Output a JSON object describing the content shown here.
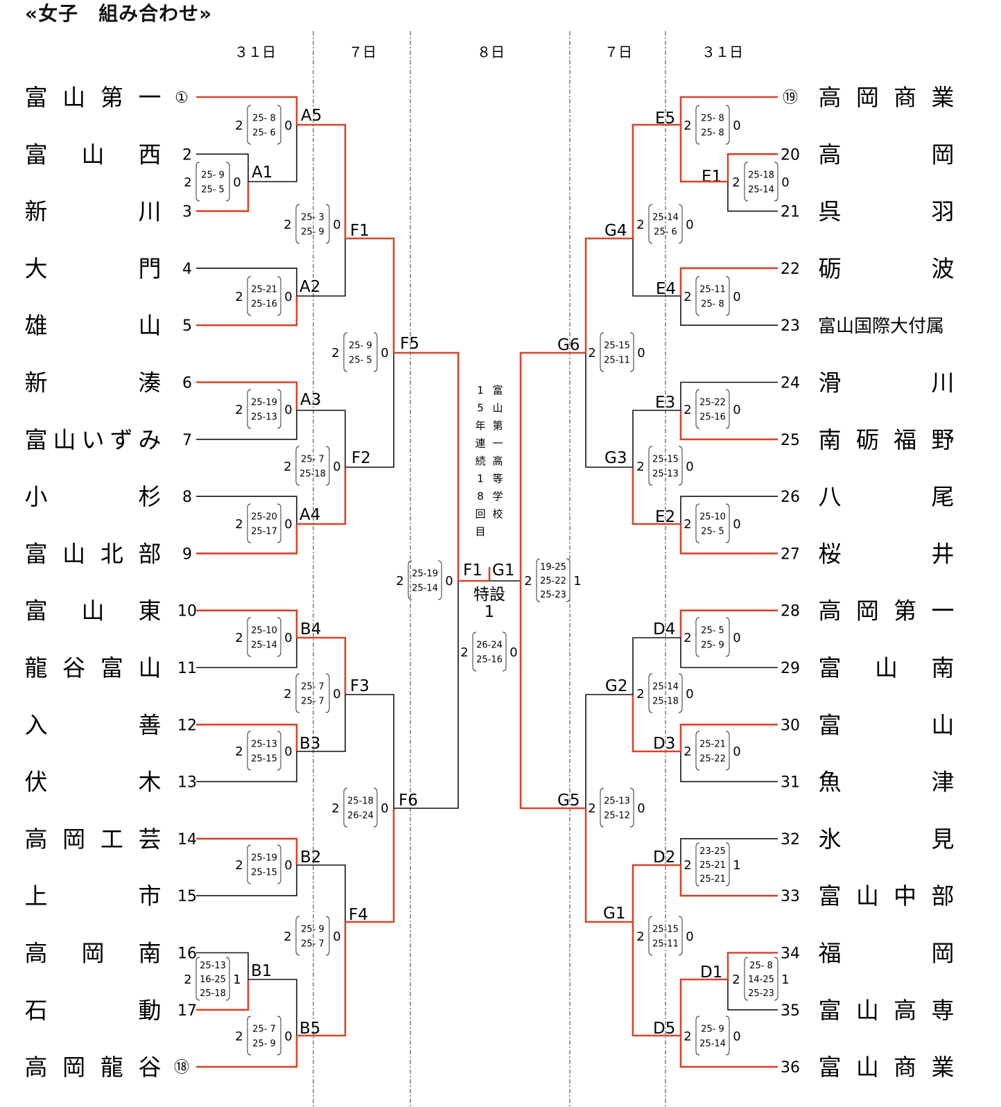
{
  "title": "«女子　組み合わせ»",
  "days": [
    "３１日",
    "７日",
    "８日",
    "７日",
    "３１日"
  ],
  "champion_text": [
    "富山第一高等学校",
    "15年連続18回目"
  ],
  "venue": {
    "label": "特設",
    "number": "1"
  },
  "left_teams": [
    {
      "seed": "①",
      "name": "富山第一",
      "spaced": true
    },
    {
      "seed": "2",
      "name": "富山西",
      "spaced": true
    },
    {
      "seed": "3",
      "name": "新川",
      "spaced": true
    },
    {
      "seed": "4",
      "name": "大門",
      "spaced": true
    },
    {
      "seed": "5",
      "name": "雄山",
      "spaced": true
    },
    {
      "seed": "6",
      "name": "新湊",
      "spaced": true
    },
    {
      "seed": "7",
      "name": "富山いずみ",
      "spaced": true
    },
    {
      "seed": "8",
      "name": "小杉",
      "spaced": true
    },
    {
      "seed": "9",
      "name": "富山北部",
      "spaced": true
    },
    {
      "seed": "10",
      "name": "富山東",
      "spaced": true
    },
    {
      "seed": "11",
      "name": "龍谷富山",
      "spaced": true
    },
    {
      "seed": "12",
      "name": "入善",
      "spaced": true
    },
    {
      "seed": "13",
      "name": "伏木",
      "spaced": true
    },
    {
      "seed": "14",
      "name": "高岡工芸",
      "spaced": true
    },
    {
      "seed": "15",
      "name": "上市",
      "spaced": true
    },
    {
      "seed": "16",
      "name": "高岡南",
      "spaced": true
    },
    {
      "seed": "17",
      "name": "石動",
      "spaced": true
    },
    {
      "seed": "⑱",
      "name": "高岡龍谷",
      "spaced": true
    }
  ],
  "right_teams": [
    {
      "seed": "⑲",
      "name": "高岡商業",
      "spaced": true
    },
    {
      "seed": "20",
      "name": "高岡",
      "spaced": true
    },
    {
      "seed": "21",
      "name": "呉羽",
      "spaced": true
    },
    {
      "seed": "22",
      "name": "砺波",
      "spaced": true
    },
    {
      "seed": "23",
      "name": "富山国際大付属",
      "spaced": false
    },
    {
      "seed": "24",
      "name": "滑川",
      "spaced": true
    },
    {
      "seed": "25",
      "name": "南砺福野",
      "spaced": true
    },
    {
      "seed": "26",
      "name": "八尾",
      "spaced": true
    },
    {
      "seed": "27",
      "name": "桜井",
      "spaced": true
    },
    {
      "seed": "28",
      "name": "高岡第一",
      "spaced": true
    },
    {
      "seed": "29",
      "name": "富山南",
      "spaced": true
    },
    {
      "seed": "30",
      "name": "富山",
      "spaced": true
    },
    {
      "seed": "31",
      "name": "魚津",
      "spaced": true
    },
    {
      "seed": "32",
      "name": "氷見",
      "spaced": true
    },
    {
      "seed": "33",
      "name": "富山中部",
      "spaced": true
    },
    {
      "seed": "34",
      "name": "福岡",
      "spaced": true
    },
    {
      "seed": "35",
      "name": "富山高専",
      "spaced": true
    },
    {
      "seed": "36",
      "name": "富山商業",
      "spaced": true
    }
  ],
  "matches": {
    "A1": {
      "sets": [
        "25- 9",
        "25- 5"
      ],
      "score": [
        "2",
        "0"
      ]
    },
    "A5": {
      "sets": [
        "25- 8",
        "25- 6"
      ],
      "score": [
        "2",
        "0"
      ]
    },
    "F1": {
      "sets": [
        "25- 3",
        "25- 9"
      ],
      "score": [
        "2",
        "0"
      ]
    },
    "A2": {
      "sets": [
        "25-21",
        "25-16"
      ],
      "score": [
        "2",
        "0"
      ]
    },
    "F5": {
      "sets": [
        "25- 9",
        "25- 5"
      ],
      "score": [
        "2",
        "0"
      ]
    },
    "A3": {
      "sets": [
        "25-19",
        "25-13"
      ],
      "score": [
        "2",
        "0"
      ]
    },
    "F2": {
      "sets": [
        "25- 7",
        "25-18"
      ],
      "score": [
        "2",
        "0"
      ]
    },
    "A4": {
      "sets": [
        "25-20",
        "25-17"
      ],
      "score": [
        "2",
        "0"
      ]
    },
    "B4": {
      "sets": [
        "25-10",
        "25-14"
      ],
      "score": [
        "2",
        "0"
      ]
    },
    "F3": {
      "sets": [
        "25- 7",
        "25- 7"
      ],
      "score": [
        "2",
        "0"
      ]
    },
    "B3": {
      "sets": [
        "25-13",
        "25-15"
      ],
      "score": [
        "2",
        "0"
      ]
    },
    "F6": {
      "sets": [
        "25-18",
        "26-24"
      ],
      "score": [
        "2",
        "0"
      ]
    },
    "B2": {
      "sets": [
        "25-19",
        "25-15"
      ],
      "score": [
        "2",
        "0"
      ]
    },
    "F4": {
      "sets": [
        "25- 9",
        "25- 7"
      ],
      "score": [
        "2",
        "0"
      ]
    },
    "B1": {
      "sets": [
        "25-13",
        "16-25",
        "25-18"
      ],
      "score": [
        "2",
        "1"
      ]
    },
    "B5": {
      "sets": [
        "25- 7",
        "25- 9"
      ],
      "score": [
        "2",
        "0"
      ]
    },
    "LF": {
      "sets": [
        "25-19",
        "25-14"
      ],
      "score": [
        "2",
        "0"
      ]
    },
    "FINAL": {
      "sets": [
        "26-24",
        "25-16"
      ],
      "score": [
        "2",
        "0"
      ]
    },
    "RF": {
      "sets": [
        "19-25",
        "25-22",
        "25-23"
      ],
      "score": [
        "2",
        "1"
      ]
    },
    "E5": {
      "sets": [
        "25- 8",
        "25- 8"
      ],
      "score": [
        "2",
        "0"
      ]
    },
    "E1": {
      "sets": [
        "25-18",
        "25-14"
      ],
      "score": [
        "2",
        "0"
      ]
    },
    "G4": {
      "sets": [
        "25-14",
        "25- 6"
      ],
      "score": [
        "2",
        "0"
      ]
    },
    "E4": {
      "sets": [
        "25-11",
        "25- 8"
      ],
      "score": [
        "2",
        "0"
      ]
    },
    "G6": {
      "sets": [
        "25-15",
        "25-11"
      ],
      "score": [
        "2",
        "0"
      ]
    },
    "E3": {
      "sets": [
        "25-22",
        "25-16"
      ],
      "score": [
        "2",
        "0"
      ]
    },
    "G3": {
      "sets": [
        "25-15",
        "25-13"
      ],
      "score": [
        "2",
        "0"
      ]
    },
    "E2": {
      "sets": [
        "25-10",
        "25- 5"
      ],
      "score": [
        "2",
        "0"
      ]
    },
    "D4": {
      "sets": [
        "25- 5",
        "25- 9"
      ],
      "score": [
        "2",
        "0"
      ]
    },
    "G2": {
      "sets": [
        "25-14",
        "25-18"
      ],
      "score": [
        "2",
        "0"
      ]
    },
    "D3": {
      "sets": [
        "25-21",
        "25-22"
      ],
      "score": [
        "2",
        "0"
      ]
    },
    "G5": {
      "sets": [
        "25-13",
        "25-12"
      ],
      "score": [
        "2",
        "0"
      ]
    },
    "D2": {
      "sets": [
        "23-25",
        "25-21",
        "25-21"
      ],
      "score": [
        "2",
        "1"
      ]
    },
    "G1": {
      "sets": [
        "25-15",
        "25-11"
      ],
      "score": [
        "2",
        "0"
      ]
    },
    "D1": {
      "sets": [
        "25- 8",
        "14-25",
        "25-23"
      ],
      "score": [
        "2",
        "1"
      ]
    },
    "D5": {
      "sets": [
        "25- 9",
        "25-14"
      ],
      "score": [
        "2",
        "0"
      ]
    }
  }
}
